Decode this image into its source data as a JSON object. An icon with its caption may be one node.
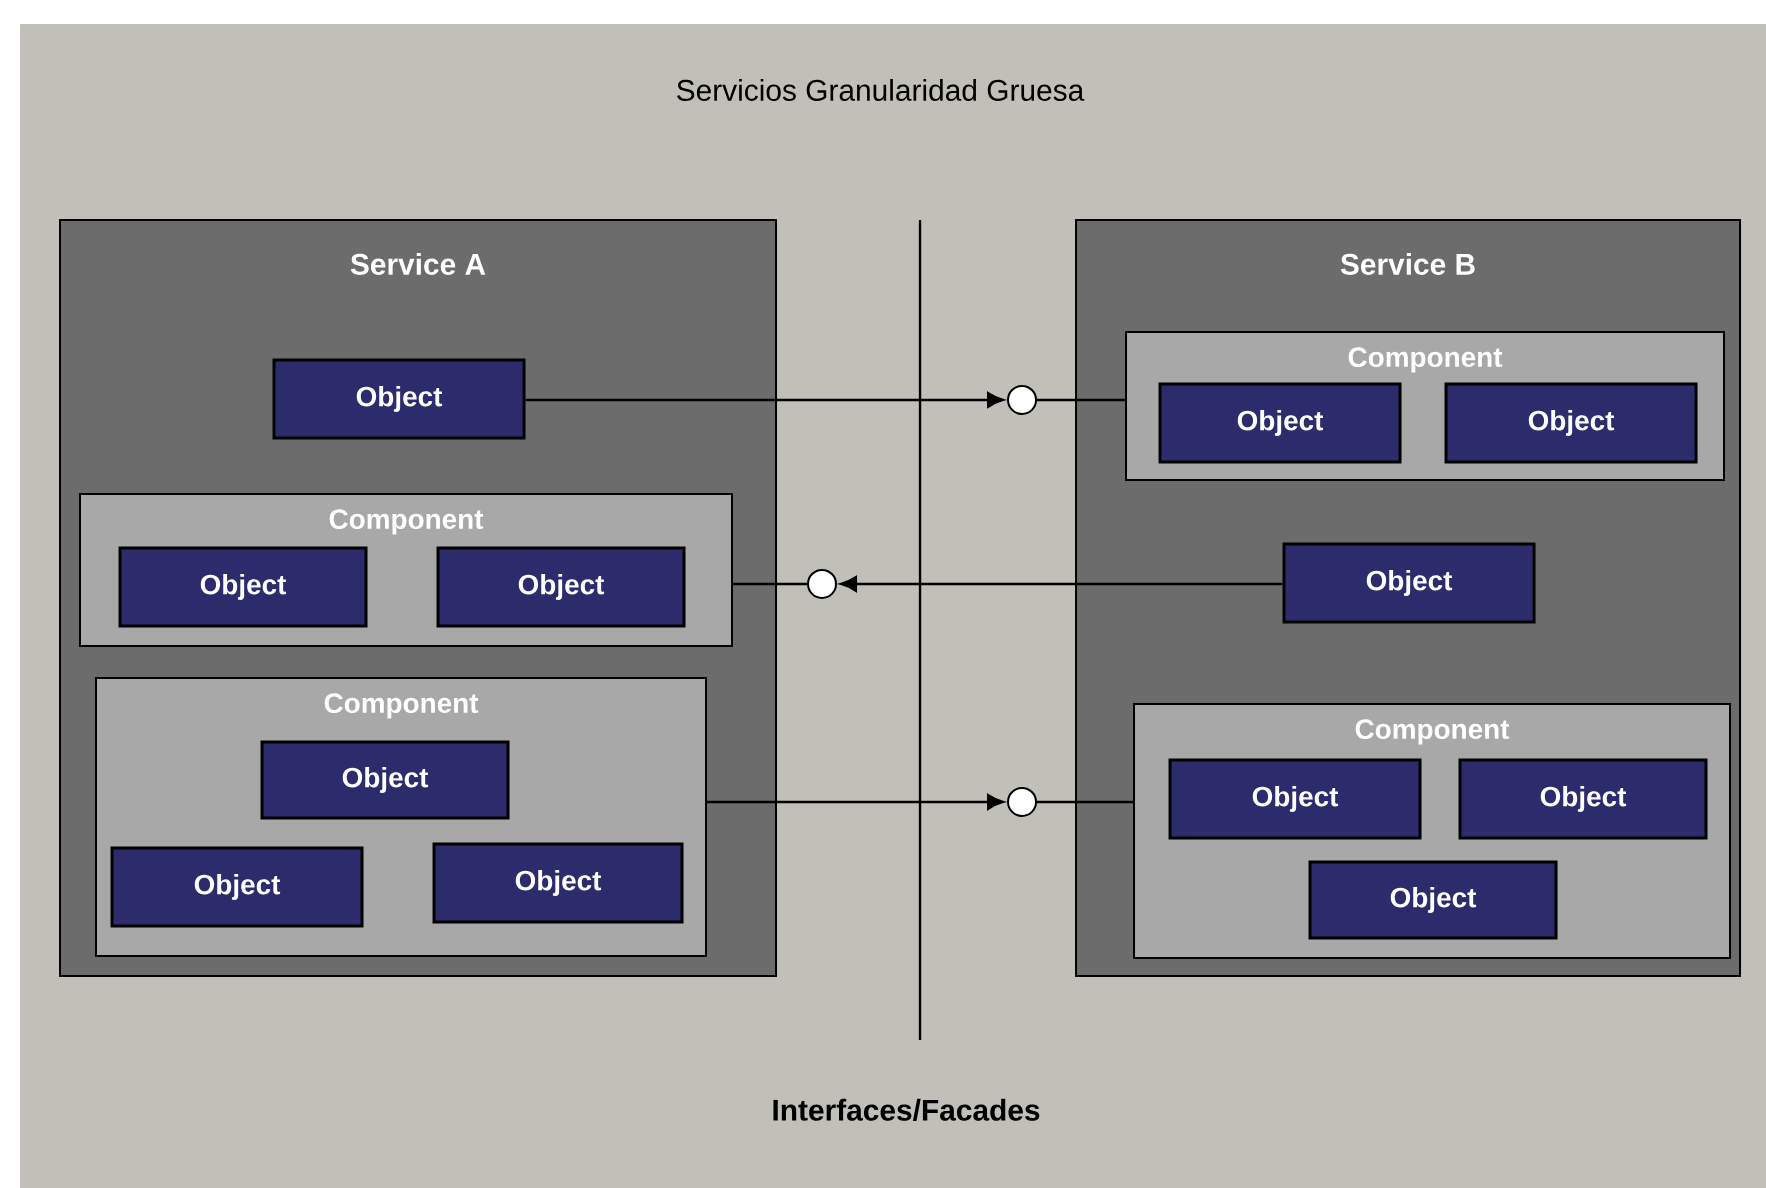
{
  "diagram": {
    "title": "Servicios Granularidad Gruesa",
    "nodes": [
      {
        "text": [
          "Service A"
        ]
      },
      {
        "text": [
          "Object"
        ],
        "in": 0
      },
      {
        "text": [
          "Component"
        ],
        "in": 0
      },
      {
        "text": [
          "Object"
        ],
        "in": 2
      },
      {
        "text": [
          "Object"
        ],
        "in": 2
      },
      {
        "text": [
          "Component"
        ],
        "in": 0
      },
      {
        "text": [
          "Object"
        ],
        "in": 5
      },
      {
        "text": [
          "Object"
        ],
        "in": 5
      },
      {
        "text": [
          "Object"
        ],
        "in": 5
      },
      {
        "text": [
          "Service B"
        ]
      },
      {
        "text": [
          "Component"
        ],
        "in": 9
      },
      {
        "text": [
          "Object"
        ],
        "in": 10
      },
      {
        "text": [
          "Object"
        ],
        "in": 10
      },
      {
        "text": [
          "Object"
        ],
        "in": 9
      },
      {
        "text": [
          "Component"
        ],
        "in": 9
      },
      {
        "text": [
          "Object"
        ],
        "in": 14
      },
      {
        "text": [
          "Object"
        ],
        "in": 14
      },
      {
        "text": [
          "Object"
        ],
        "in": 14
      },
      {
        "text": [],
        "shape": "circle"
      },
      {
        "text": [],
        "shape": "circle"
      },
      {
        "text": [],
        "shape": "circle"
      }
    ],
    "edges": [
      {
        "from": 1,
        "to": 18,
        "arrow": "to"
      },
      {
        "from": 18,
        "to": 10,
        "arrow": "none"
      },
      {
        "from": 13,
        "to": 19,
        "arrow": "to"
      },
      {
        "from": 19,
        "to": 2,
        "arrow": "none"
      },
      {
        "from": 5,
        "to": 20,
        "arrow": "to"
      },
      {
        "from": 20,
        "to": 14,
        "arrow": "none"
      }
    ],
    "labels": [
      "Interfaces/Facades"
    ]
  }
}
